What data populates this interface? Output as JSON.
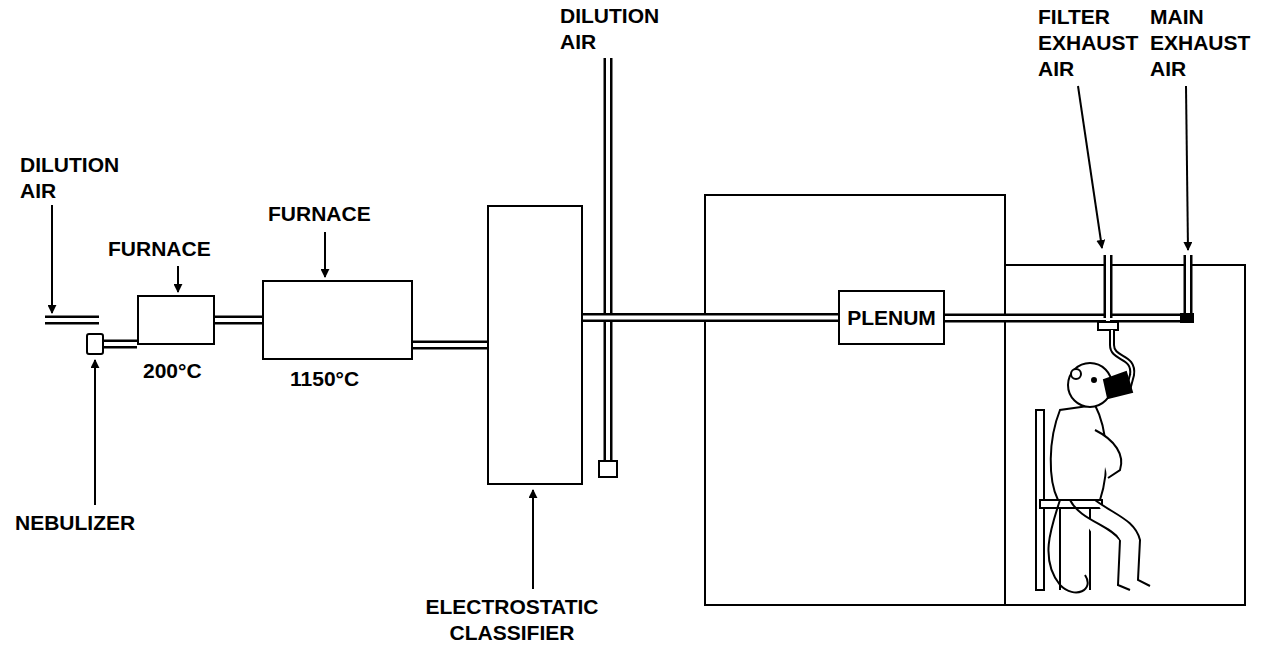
{
  "diagram": {
    "nodes": [
      {
        "text": [
          "NEBULIZER"
        ]
      },
      {
        "text": [
          "FURNACE",
          "200°C"
        ]
      },
      {
        "text": [
          "FURNACE",
          "1150°C"
        ]
      },
      {
        "text": [
          "ELECTROSTATIC CLASSIFIER"
        ]
      },
      {
        "text": [
          "PLENUM"
        ]
      }
    ],
    "edges": [
      {
        "from": 0,
        "to": 1,
        "arrow": "none"
      },
      {
        "from": 1,
        "to": 2,
        "arrow": "none"
      },
      {
        "from": 2,
        "to": 3,
        "arrow": "none"
      },
      {
        "from": 3,
        "to": 4,
        "arrow": "none"
      }
    ],
    "labels": [
      "DILUTION AIR",
      "DILUTION AIR",
      "FILTER EXHAUST AIR",
      "MAIN EXHAUST AIR"
    ]
  }
}
